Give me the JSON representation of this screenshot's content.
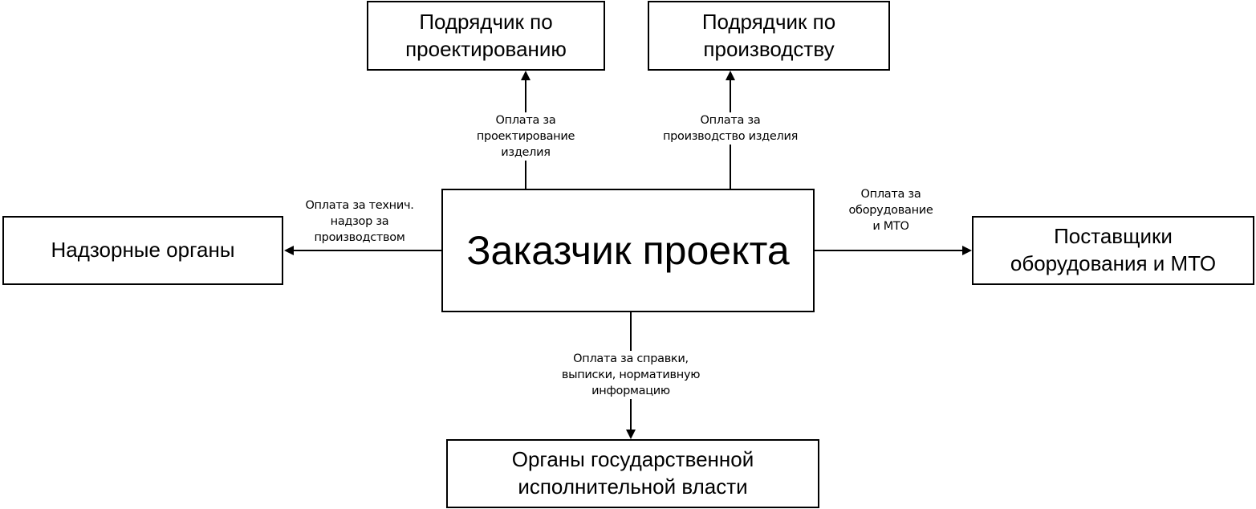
{
  "nodes": {
    "center": "Заказчик проекта",
    "design_contractor": "Подрядчик по проектированию",
    "production_contractor": "Подрядчик по производству",
    "supervisory": "Надзорные органы",
    "suppliers": "Поставщики оборудования и МТО",
    "government": "Органы государственной исполнительной власти"
  },
  "edges": {
    "design_payment": "Оплата за проектирование изделия",
    "production_payment": "Оплата за производство изделия",
    "supervision_payment": "Оплата за технич. надзор за производством",
    "equipment_payment": "Оплата за оборудование и МТО",
    "government_payment": "Оплата за справки, выписки, нормативную информацию"
  },
  "edge_lines": {
    "design_payment": [
      "Оплата за",
      "проектирование изделия"
    ],
    "production_payment": [
      "Оплата за",
      "производство изделия"
    ],
    "supervision_payment": [
      "Оплата за технич.",
      "надзор за",
      "производством"
    ],
    "equipment_payment": [
      "Оплата за",
      "оборудование",
      "и МТО"
    ],
    "government_payment": [
      "Оплата за справки,",
      "выписки, нормативную",
      "информацию"
    ]
  },
  "node_lines": {
    "design_contractor": [
      "Подрядчик по",
      "проектированию"
    ],
    "production_contractor": [
      "Подрядчик по",
      "производству"
    ],
    "suppliers": [
      "Поставщики",
      "оборудования и МТО"
    ],
    "government": [
      "Органы государственной",
      "исполнительной власти"
    ]
  }
}
